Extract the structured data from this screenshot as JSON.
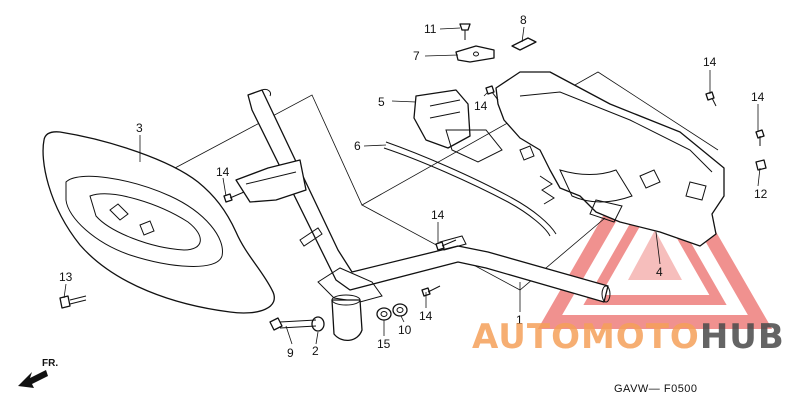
{
  "diagram": {
    "code": "GAVW— F0500",
    "direction": "FR.",
    "callouts": [
      {
        "id": "c1",
        "label": "1"
      },
      {
        "id": "c2",
        "label": "2"
      },
      {
        "id": "c3",
        "label": "3"
      },
      {
        "id": "c4",
        "label": "4"
      },
      {
        "id": "c5",
        "label": "5"
      },
      {
        "id": "c6",
        "label": "6"
      },
      {
        "id": "c7",
        "label": "7"
      },
      {
        "id": "c8",
        "label": "8"
      },
      {
        "id": "c9",
        "label": "9"
      },
      {
        "id": "c10",
        "label": "10"
      },
      {
        "id": "c11",
        "label": "11"
      },
      {
        "id": "c12",
        "label": "12"
      },
      {
        "id": "c13",
        "label": "13"
      },
      {
        "id": "c14a",
        "label": "14"
      },
      {
        "id": "c14b",
        "label": "14"
      },
      {
        "id": "c14c",
        "label": "14"
      },
      {
        "id": "c14d",
        "label": "14"
      },
      {
        "id": "c14e",
        "label": "14"
      },
      {
        "id": "c14f",
        "label": "14"
      },
      {
        "id": "c15",
        "label": "15"
      }
    ]
  },
  "watermark": {
    "part1": "AUTOMOTO",
    "part2": "HUB",
    "color1": "#f5a05a",
    "color2": "#4a4a4a",
    "triangle_color": "#e53935"
  }
}
